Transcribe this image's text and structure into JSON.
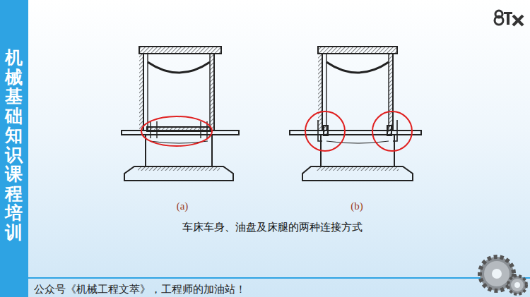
{
  "diagram": {
    "caption": "车床车身、油盘及床腿的两种连接方式",
    "labels": [
      "机械基础知识课程培训",
      "(a)",
      "(b)",
      "公众号《机械工程文萃》，工程师的加油站！"
    ]
  }
}
